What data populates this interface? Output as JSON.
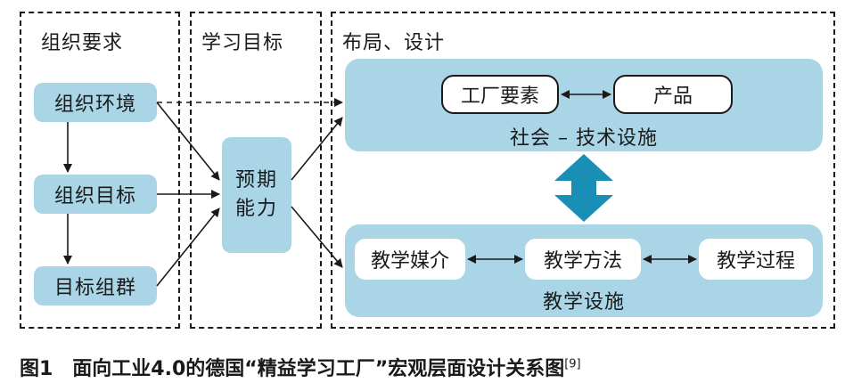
{
  "panels": {
    "org": "组织要求",
    "learn": "学习目标",
    "layout": "布局、设计"
  },
  "org_items": [
    "组织环境",
    "组织目标",
    "目标组群"
  ],
  "ability": [
    "预期",
    "能力"
  ],
  "social": {
    "left": "工厂要素",
    "right": "产品",
    "label": "社会 – 技术设施"
  },
  "teaching": {
    "items": [
      "教学媒介",
      "教学方法",
      "教学过程"
    ],
    "label": "教学设施"
  },
  "caption": {
    "text": "图1　面向工业4.0的德国“精益学习工厂”宏观层面设计关系图",
    "ref": "[9]"
  },
  "colors": {
    "box_fill": "#a9d5e6",
    "double_arrow": "#1a8fb5"
  }
}
